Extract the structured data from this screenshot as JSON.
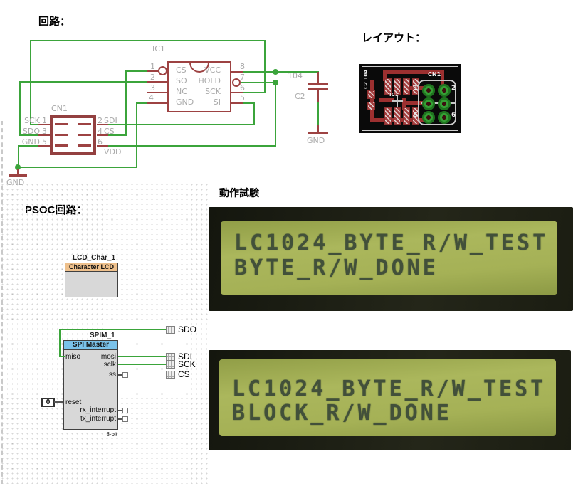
{
  "headings": {
    "circuit": "回路：",
    "layout": "レイアウト：",
    "test": "動作試験",
    "psoc": "PSOC回路："
  },
  "schematic": {
    "ic": {
      "ref": "IC1",
      "left_pins": [
        {
          "num": "1",
          "label": "CS"
        },
        {
          "num": "2",
          "label": "SO"
        },
        {
          "num": "3",
          "label": "NC"
        },
        {
          "num": "4",
          "label": "GND"
        }
      ],
      "right_pins": [
        {
          "num": "8",
          "label": "VCC"
        },
        {
          "num": "7",
          "label": "HOLD"
        },
        {
          "num": "6",
          "label": "SCK"
        },
        {
          "num": "5",
          "label": "SI"
        }
      ]
    },
    "cn": {
      "ref": "CN1",
      "left": [
        {
          "label": "SCK",
          "num": "1"
        },
        {
          "label": "SDO",
          "num": "3"
        },
        {
          "label": "GND",
          "num": "5"
        }
      ],
      "right_nums": [
        "2",
        "4",
        "6"
      ],
      "right_labels": [
        "SDI",
        "CS"
      ],
      "vdd": "VDD"
    },
    "cap": {
      "ref": "C2",
      "value": "104",
      "gnd": "GND"
    },
    "gnd": "GND"
  },
  "board": {
    "ref_cn": "CN1",
    "ref_ic": "IC1",
    "ref_c2": "C2",
    "val_c2": "104",
    "pad_nums": [
      "1",
      "2",
      "5",
      "6"
    ]
  },
  "psoc": {
    "lcd": {
      "name": "LCD_Char_1",
      "header": "Character LCD"
    },
    "spim": {
      "name": "SPIM_1",
      "header": "SPI Master",
      "pins_left": [
        "miso",
        "reset"
      ],
      "pins_right": [
        "mosi",
        "sclk",
        "ss",
        "rx_interrupt",
        "tx_interrupt"
      ],
      "bus_width": "8-bit",
      "reset_const": "0"
    },
    "terminals": [
      "SDO",
      "SDI",
      "SCK",
      "CS"
    ]
  },
  "photos": [
    {
      "line1": "LC1024_BYTE_R/W_TEST",
      "line2": "BYTE_R/W_DONE"
    },
    {
      "line1": "LC1024_BYTE_R/W_TEST",
      "line2": "BLOCK_R/W_DONE"
    }
  ],
  "colors": {
    "wire": "#3ba43b",
    "symbol": "#9d4242",
    "label_gray": "#a9a9a9",
    "lcd_component_header": "#eec08c",
    "spi_component_header": "#7ac2ea",
    "pcb_trace": "#9c3030",
    "pcb_pad_green": "#2b8f2b",
    "lcd_screen": "#a7b457",
    "lcd_text": "#42503a"
  }
}
